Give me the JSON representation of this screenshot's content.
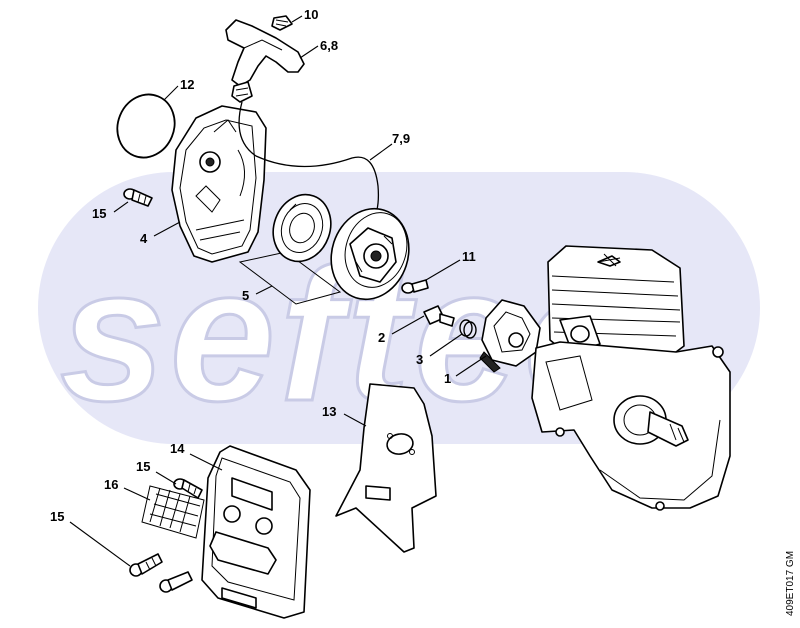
{
  "watermark": {
    "text": "sefteo",
    "band_color": "#e6e7f7"
  },
  "drawing_code": "409ET017 GM",
  "callouts": [
    {
      "id": "10",
      "text": "10"
    },
    {
      "id": "6-8",
      "text": "6,8"
    },
    {
      "id": "12",
      "text": "12"
    },
    {
      "id": "7-9",
      "text": "7,9"
    },
    {
      "id": "15a",
      "text": "15"
    },
    {
      "id": "4",
      "text": "4"
    },
    {
      "id": "11",
      "text": "11"
    },
    {
      "id": "5",
      "text": "5"
    },
    {
      "id": "2",
      "text": "2"
    },
    {
      "id": "3",
      "text": "3"
    },
    {
      "id": "1",
      "text": "1"
    },
    {
      "id": "13",
      "text": "13"
    },
    {
      "id": "14",
      "text": "14"
    },
    {
      "id": "15b",
      "text": "15"
    },
    {
      "id": "16",
      "text": "16"
    },
    {
      "id": "15c",
      "text": "15"
    }
  ]
}
